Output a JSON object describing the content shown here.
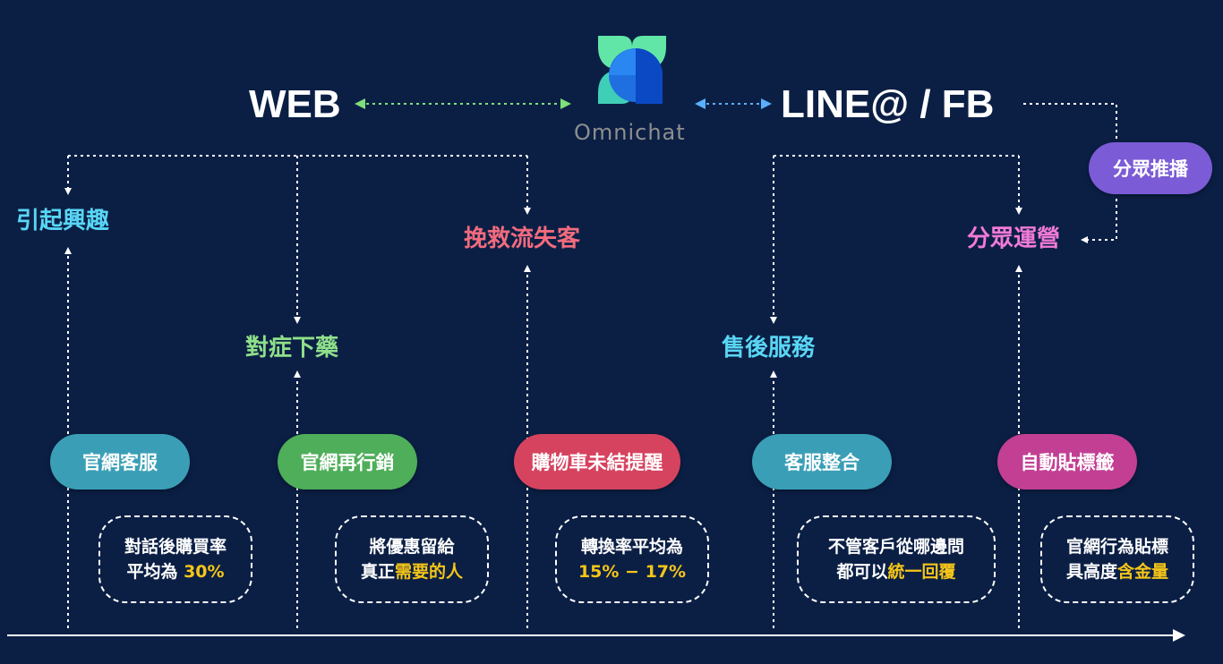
{
  "title_left": "WEB",
  "title_right": "LINE@ / FB",
  "brand": {
    "name": "Omnichat",
    "logo_colors": [
      "#62e6a8",
      "#1f6fe0",
      "#0a48c4"
    ]
  },
  "stages": [
    {
      "label": "引起興趣",
      "color": "#59d6f5"
    },
    {
      "label": "對症下藥",
      "color": "#8fe08a"
    },
    {
      "label": "挽救流失客",
      "color": "#f26b7e"
    },
    {
      "label": "售後服務",
      "color": "#59d6f5"
    },
    {
      "label": "分眾運營",
      "color": "#f27ad8"
    }
  ],
  "push_button": {
    "label": "分眾推播",
    "color": "#7b5bd6"
  },
  "features": [
    {
      "label": "官網客服",
      "color": "#3a9fb6"
    },
    {
      "label": "官網再行銷",
      "color": "#4eae5a"
    },
    {
      "label": "購物車未結提醒",
      "color": "#d6435f"
    },
    {
      "label": "客服整合",
      "color": "#3a9fb6"
    },
    {
      "label": "自動貼標籤",
      "color": "#c23f94"
    }
  ],
  "notes": [
    {
      "line1": "對話後購買率",
      "line2_plain": "平均為 ",
      "line2_highlight": "30%"
    },
    {
      "line1": "將優惠留給",
      "line2_plain": "真正",
      "line2_highlight": "需要的人"
    },
    {
      "line1": "轉換率平均為",
      "line2_plain": "",
      "line2_highlight": "15% − 17%"
    },
    {
      "line1": "不管客戶從哪邊問",
      "line2_plain": "都可以",
      "line2_highlight": "統一回覆"
    },
    {
      "line1": "官網行為貼標",
      "line2_plain": "具高度",
      "line2_highlight": "含金量"
    }
  ],
  "colors": {
    "background": "#0b1f45",
    "connector_web": "#7ee07a",
    "connector_line": "#5ab0ff",
    "highlight": "#f5c518"
  }
}
